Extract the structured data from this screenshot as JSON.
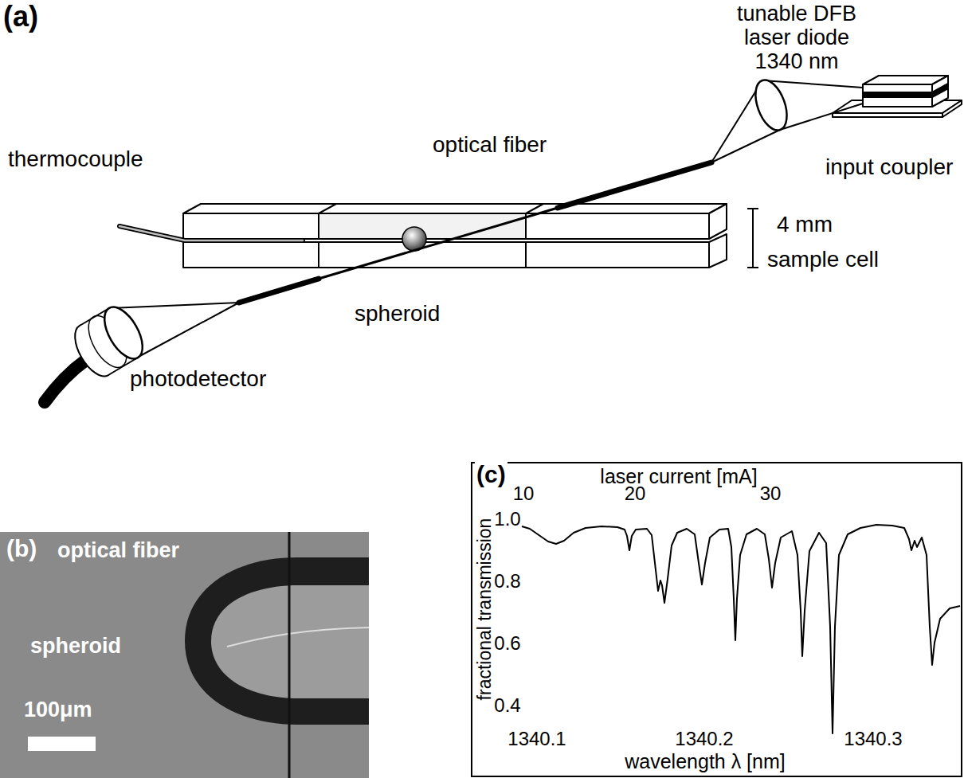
{
  "diagram": {
    "labels": [
      "(a)",
      "tunable DFB laser diode 1340 nm",
      "optical fiber",
      "thermocouple",
      "input coupler",
      "4 mm",
      "sample cell",
      "spheroid",
      "photodetector",
      "(b)",
      "optical fiber",
      "spheroid",
      "100μm",
      "(c)",
      "laser current [mA]",
      "10",
      "20",
      "30",
      "fractional transmission",
      "1.0",
      "0.8",
      "0.6",
      "0.4",
      "1340.1",
      "1340.2",
      "1340.3",
      "wavelength λ [nm]"
    ]
  }
}
